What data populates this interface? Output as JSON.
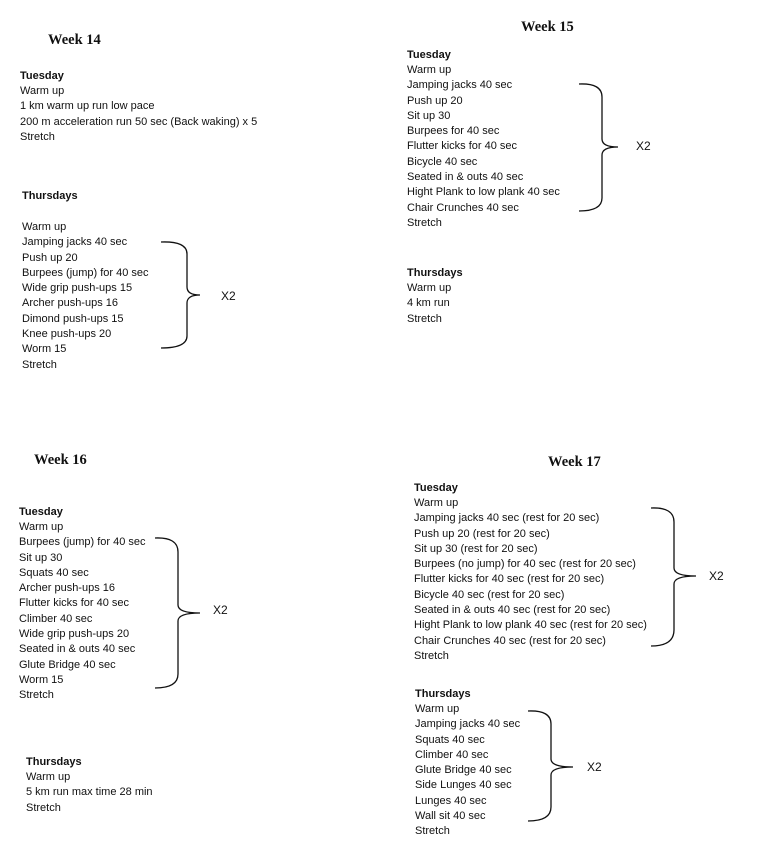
{
  "week14": {
    "title": "Week 14",
    "tuesday": {
      "heading": "Tuesday",
      "items": [
        "Warm up",
        "1 km warm up run low pace",
        "200 m acceleration run 50 sec (Back waking) x 5",
        "Stretch"
      ]
    },
    "thursday": {
      "heading": "Thursdays",
      "items": [
        "Warm up",
        "Jamping jacks 40 sec",
        "Push up 20",
        "Burpees (jump) for 40 sec",
        "Wide grip push-ups 15",
        "Archer push-ups 16",
        "Dimond push-ups 15",
        "Knee push-ups 20",
        "Worm 15",
        "Stretch"
      ],
      "repeat": "X2"
    }
  },
  "week15": {
    "title": "Week 15",
    "tuesday": {
      "heading": "Tuesday",
      "items": [
        "Warm up",
        "Jamping jacks 40 sec",
        "Push up 20",
        "Sit up 30",
        "Burpees for 40 sec",
        "Flutter kicks for 40 sec",
        "Bicycle 40 sec",
        "Seated in & outs 40 sec",
        "Hight Plank to low plank  40 sec",
        "Chair Crunches 40 sec",
        "Stretch"
      ],
      "repeat": "X2"
    },
    "thursday": {
      "heading": "Thursdays",
      "items": [
        "Warm up",
        "4 km run",
        "Stretch"
      ]
    }
  },
  "week16": {
    "title": "Week 16",
    "tuesday": {
      "heading": "Tuesday",
      "items": [
        "Warm up",
        "Burpees (jump) for 40 sec",
        "Sit up 30",
        "Squats 40 sec",
        "Archer push-ups 16",
        "Flutter kicks for 40 sec",
        "Climber 40 sec",
        "Wide grip push-ups 20",
        "Seated in & outs 40 sec",
        "Glute Bridge 40 sec",
        "Worm 15",
        "Stretch"
      ],
      "repeat": "X2"
    },
    "thursday": {
      "heading": "Thursdays",
      "items": [
        "Warm up",
        "5 km run max time 28 min",
        "Stretch"
      ]
    }
  },
  "week17": {
    "title": "Week 17",
    "tuesday": {
      "heading": "Tuesday",
      "items": [
        "Warm up",
        "Jamping jacks 40 sec (rest for 20 sec)",
        "Push up 20 (rest for 20 sec)",
        "Sit up 30 (rest for 20 sec)",
        "Burpees (no jump) for 40 sec (rest for 20 sec)",
        "Flutter kicks for 40 sec (rest for 20 sec)",
        "Bicycle 40 sec (rest for 20 sec)",
        "Seated in & outs 40 sec (rest for 20 sec)",
        "Hight Plank to low plank  40 sec (rest for 20 sec)",
        "Chair Crunches 40 sec (rest for 20 sec)",
        "Stretch"
      ],
      "repeat": "X2"
    },
    "thursday": {
      "heading": "Thursdays",
      "items": [
        "Warm up",
        "Jamping jacks 40 sec",
        "Squats 40 sec",
        "Climber 40 sec",
        "Glute Bridge 40 sec",
        "Side Lunges 40 sec",
        "Lunges 40 sec",
        "Wall sit 40 sec",
        "Stretch"
      ],
      "repeat": "X2"
    }
  }
}
